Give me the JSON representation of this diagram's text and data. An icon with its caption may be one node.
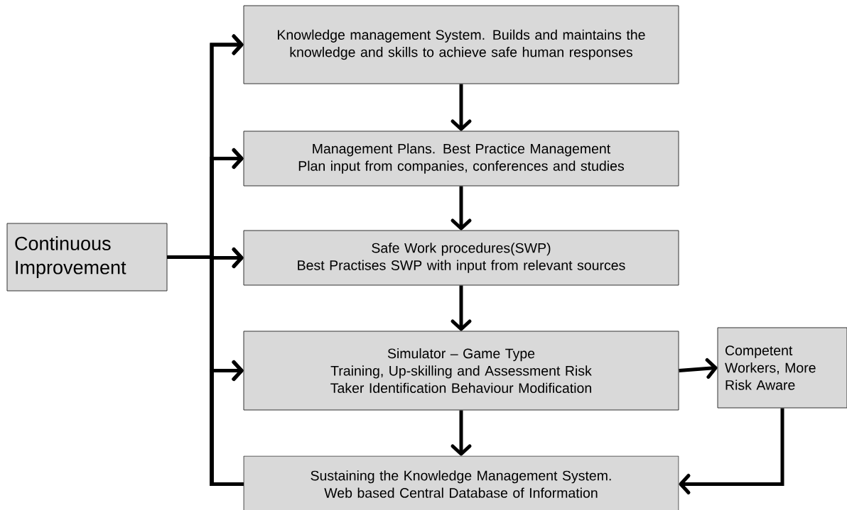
{
  "diagram": {
    "nodes": [
      {
        "text": [
          "Continuous Improvement"
        ]
      },
      {
        "text": [
          "Knowledge management System. Builds and maintains the knowledge and skills to achieve safe human responses"
        ]
      },
      {
        "text": [
          "Management Plans. Best Practice Management Plan input from companies, conferences and studies"
        ]
      },
      {
        "text": [
          "Safe Work procedures(SWP)",
          "Best Practises SWP with input from relevant sources"
        ]
      },
      {
        "text": [
          "Simulator – Game Type",
          "Training, Up-skilling and Assessment Risk Taker Identification Behaviour Modification"
        ]
      },
      {
        "text": [
          "Competent Workers, More Risk Aware"
        ]
      },
      {
        "text": [
          "Sustaining the Knowledge Management System. Web based Central Database of Information"
        ]
      }
    ],
    "edges": [
      {
        "from": 1,
        "to": 2,
        "arrow": "to"
      },
      {
        "from": 2,
        "to": 3,
        "arrow": "to"
      },
      {
        "from": 3,
        "to": 4,
        "arrow": "to"
      },
      {
        "from": 4,
        "to": 6,
        "arrow": "to"
      },
      {
        "from": 4,
        "to": 5,
        "arrow": "to"
      },
      {
        "from": 5,
        "to": 6,
        "arrow": "to"
      },
      {
        "from": 0,
        "to": 1,
        "arrow": "to"
      },
      {
        "from": 0,
        "to": 2,
        "arrow": "to"
      },
      {
        "from": 0,
        "to": 3,
        "arrow": "to"
      },
      {
        "from": 0,
        "to": 4,
        "arrow": "to"
      },
      {
        "from": 6,
        "to": 1,
        "arrow": "to"
      },
      {
        "from": 6,
        "to": 2,
        "arrow": "to"
      },
      {
        "from": 6,
        "to": 3,
        "arrow": "to"
      },
      {
        "from": 6,
        "to": 4,
        "arrow": "to"
      }
    ]
  }
}
